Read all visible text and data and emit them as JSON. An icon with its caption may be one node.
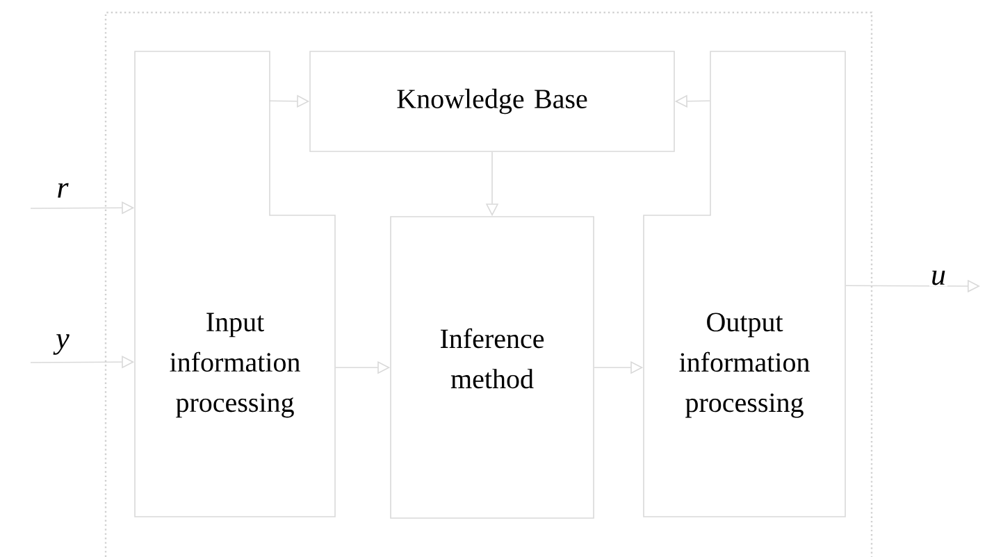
{
  "diagram": {
    "nodes": [
      {
        "text": [
          "Knowledge Base"
        ]
      },
      {
        "text": [
          "Input information processing"
        ]
      },
      {
        "text": [
          "Inference method"
        ]
      },
      {
        "text": [
          "Output information processing"
        ]
      }
    ],
    "edges": [
      {
        "from": null,
        "to": 1,
        "arrow": "to",
        "label": "r"
      },
      {
        "from": null,
        "to": 1,
        "arrow": "to",
        "label": "y"
      },
      {
        "from": 1,
        "to": 0,
        "arrow": "to"
      },
      {
        "from": 3,
        "to": 0,
        "arrow": "to"
      },
      {
        "from": 0,
        "to": 2,
        "arrow": "to"
      },
      {
        "from": 1,
        "to": 2,
        "arrow": "to"
      },
      {
        "from": 2,
        "to": 3,
        "arrow": "to"
      },
      {
        "from": 3,
        "to": null,
        "arrow": "to",
        "label": "u"
      }
    ]
  }
}
